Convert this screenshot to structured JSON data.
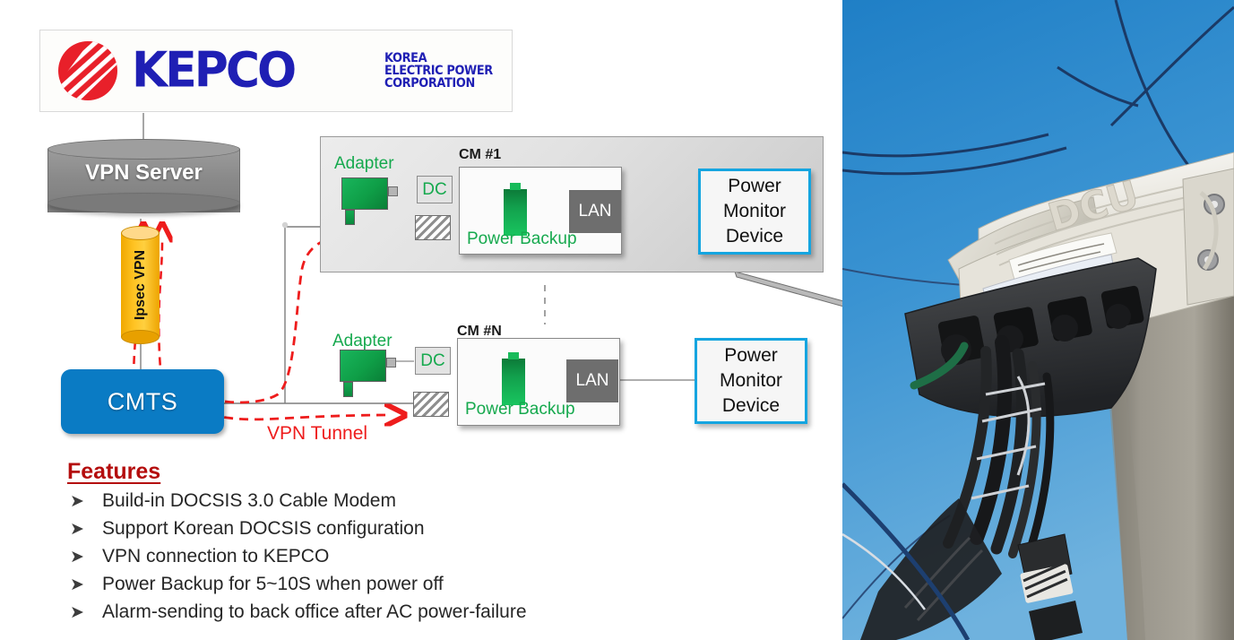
{
  "logo": {
    "wordmark": "KEPCO",
    "subtitle_lines": [
      "KOREA",
      "ELECTRIC POWER",
      "CORPORATION"
    ],
    "mark_name": "kepco-circle-mark",
    "colors": {
      "red": "#e8202a",
      "blue": "#1f1fb4"
    }
  },
  "nodes": {
    "vpn_server": "VPN Server",
    "ipsec_vpn": "Ipsec VPN",
    "cmts": "CMTS",
    "vpn_tunnel": "VPN Tunnel"
  },
  "cm_units": [
    {
      "id": "cm1",
      "title": "CM #1",
      "adapter": "Adapter",
      "dc": "DC",
      "power_backup": "Power Backup",
      "lan": "LAN",
      "monitor_lines": [
        "Power",
        "Monitor",
        "Device"
      ]
    },
    {
      "id": "cmN",
      "title": "CM #N",
      "adapter": "Adapter",
      "dc": "DC",
      "power_backup": "Power Backup",
      "lan": "LAN",
      "monitor_lines": [
        "Power",
        "Monitor",
        "Device"
      ]
    }
  ],
  "features": {
    "title": "Features",
    "bullet_glyph": "➤",
    "items": [
      "Build-in DOCSIS 3.0 Cable Modem",
      "Support Korean DOCSIS configuration",
      "VPN connection to KEPCO",
      "Power Backup for 5~10S when power off",
      "Alarm-sending to back office after AC power-failure"
    ]
  },
  "photo": {
    "caption_on_device": "DCU",
    "description": "white DCU enclosure mounted on concrete utility pole against blue sky"
  },
  "colors": {
    "cmts_blue": "#0a7bc4",
    "vpn_gray": "#8a8a8a",
    "ipsec_yellow": "#ffc425",
    "accent_green": "#16a94e",
    "tunnel_red": "#ee1c1c",
    "monitor_border": "#15a5e0",
    "features_title_red": "#b40d0d"
  }
}
